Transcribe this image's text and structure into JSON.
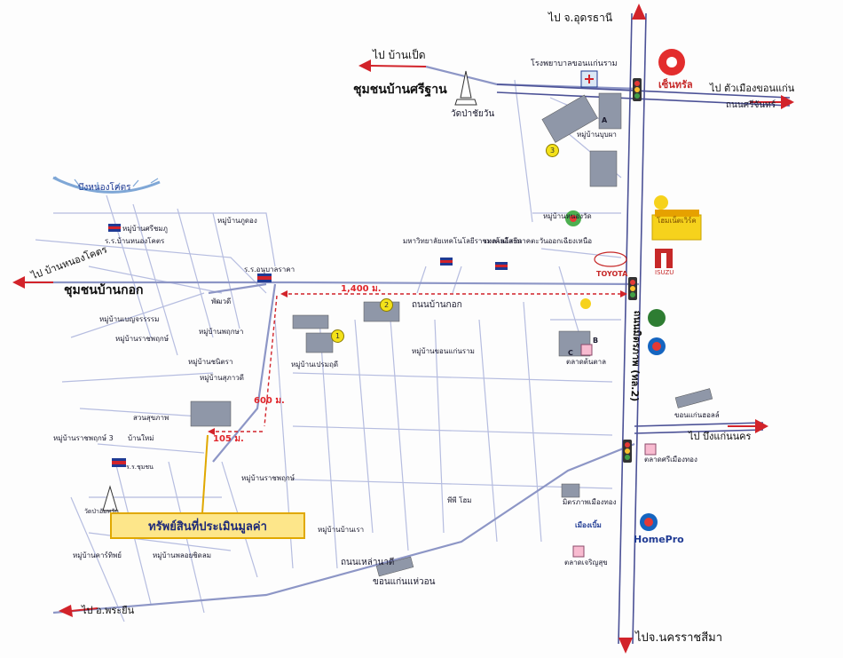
{
  "labels": {
    "to_udon": "ไป จ.อุดรธานี",
    "to_ban_pet": "ไป บ้านเป็ด",
    "sri_than": "ชุมชนบ้านศรีฐาน",
    "wat_pa": "วัดป่าชัยวัน",
    "hospital": "โรงพยาบาลขอนแก่นราม",
    "central": "เซ็นทรัล",
    "to_city": "ไป ตัวเมืองขอนแก่น",
    "sri_chan_road": "ถนนศรีจันทร์",
    "bung_nong_khot": "บึงหนองโคตร",
    "mu_ban_sri_chomphu": "หมู่บ้านศรีชมภู",
    "ban_nong_khot_school": "ร.ร.บ้านหนองโคตร",
    "to_ban_nong_khot": "ไป บ้านหนองโคตร",
    "mu_ban_phu_dong": "หมู่บ้านภูดอง",
    "school_anuban": "ร.ร.อนุบาลราคา",
    "ban_kok_community": "ชุมชนบ้านกอก",
    "distance_1400": "1,400 ม.",
    "ban_kok_road": "ถนนบ้านกอก",
    "pavilion": "พัฒวดี",
    "rmut_isan": "มหาวิทยาลัยเทคโนโลยีราชมงคลอีสาน",
    "tech_isan": "เทคโนโลยีภาคตะวันออกเฉียงเหนือ",
    "toyota": "TOYOTA",
    "isuzu": "ISUZU",
    "home_mart": "โฮมเน็ตเวิร์ค",
    "mittraphap_road": "ถนนมิตรภาพ (ทล.2)",
    "distance_600": "600 ม.",
    "distance_105": "105 ม.",
    "mu_ban_a": "หมู่บ้านเบญจรรรรม",
    "mu_ban_b": "หมู่บ้านราชพฤกษ์",
    "mu_ban_c": "หมู่บ้านพฤกษา",
    "mu_ban_d": "หมู่บ้านชนิตรา",
    "mu_ban_e": "หมู่บ้านสุภาวดี",
    "mu_ban_prem": "หมู่บ้านเปรมฤดี",
    "mu_ban_khon_kaen": "หมู่บ้านขอนแก่นราม",
    "mu_ban_ratchaphruek": "หมู่บ้านราชพฤกษ์",
    "mu_ban_rat": "หมู่บ้านราชพฤกษ์ 3",
    "sarit_park": "สวนสุขภาพ",
    "ban_mai": "บ้านใหม่",
    "target_asset": "ทรัพย์สินที่ประเมินมูลค่า",
    "school_2": "ร.ร.ชุมชน",
    "temple_small": "วัดป่าอัมพวัน",
    "mu_ban_f": "หมู่บ้านคาร์ทิพย์",
    "mu_ban_g": "หมู่บ้านพลอยชิดลม",
    "mu_ban_h": "หมู่บ้านบ้านเรา",
    "pp_home": "พีพี โฮม",
    "nehana_road": "ถนนเหล่านาดี",
    "khon_kaen_hao": "ขอนแก่นแห่วอน",
    "to_pra_yuen": "ไป อ.พระยืน",
    "to_korat": "ไปจ.นครราชสีมา",
    "to_bung_kaen_nakhon": "ไป บึงแก่นนคร",
    "khon_kaen_hall": "ขอนแก่นฮอลล์",
    "market_1": "ตลาดต้นตาล",
    "market_2": "ตลาดศรีเมืองทอง",
    "market_3": "ตลาดเจริญสุข",
    "mitr_phap_mall": "มิตรภาพเมืองทอง",
    "homepro": "HomePro",
    "big_c": "เมืองเบิ้ม",
    "mu_ban_bu_pha": "หมู่บ้านบุบผา",
    "mu_ban_nong": "หมู่บ้านหนองวัด",
    "num_1": "1",
    "num_2": "2",
    "num_3": "3",
    "letter_a": "A",
    "letter_b": "B",
    "letter_c": "C"
  },
  "colors": {
    "road": "#9aa3c9",
    "highway": "#5a5fa0",
    "arrow": "#d2232a",
    "dashed": "#d2232a"
  }
}
